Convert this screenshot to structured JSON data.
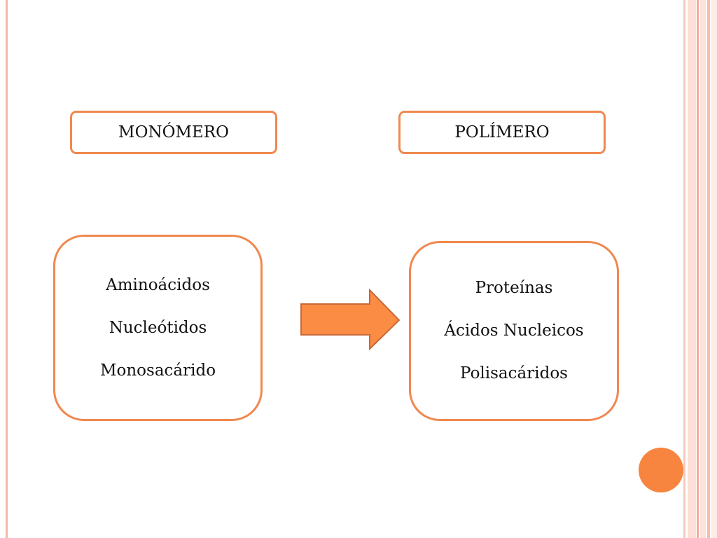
{
  "headers": {
    "monomer": "MONÓMERO",
    "polymer": "POLÍMERO"
  },
  "monomers": [
    "Aminoácidos",
    "Nucleótidos",
    "Monosacárido"
  ],
  "polymers": [
    "Proteínas",
    "Ácidos Nucleicos",
    "Polisacáridos"
  ],
  "colors": {
    "accent": "#f0884f",
    "arrow_fill": "#fb8c44",
    "dot": "#f7853f"
  },
  "icons": {
    "arrow": "right-arrow-icon",
    "dot": "circle-icon"
  }
}
